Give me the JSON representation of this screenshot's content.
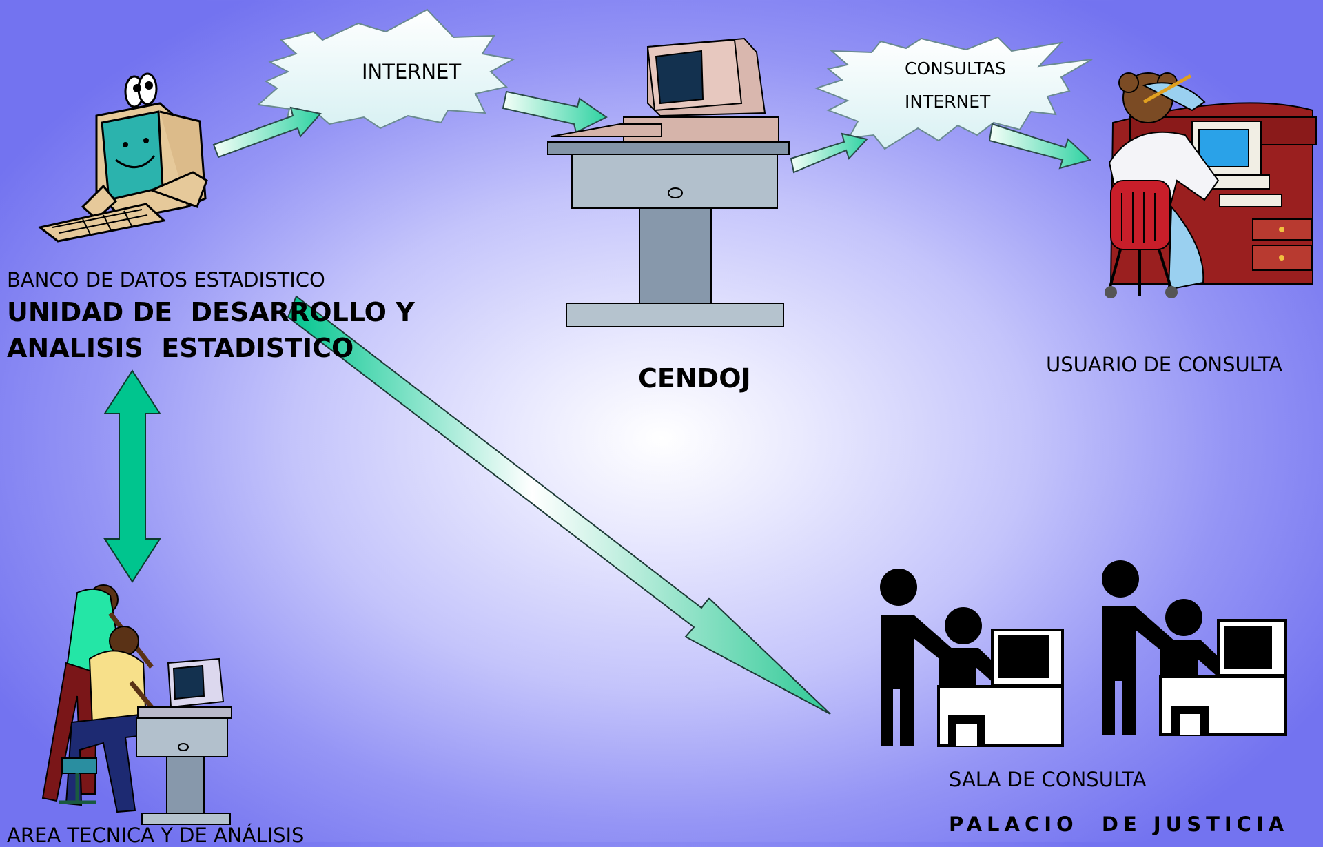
{
  "clouds": {
    "internet": "INTERNET",
    "consultas_line1": "CONSULTAS",
    "consultas_line2": "INTERNET"
  },
  "nodes": {
    "banco": {
      "subtitle": "BANCO DE DATOS ESTADISTICO",
      "title_line1": "UNIDAD DE  DESARROLLO Y",
      "title_line2": "ANALISIS  ESTADISTICO"
    },
    "cendoj": {
      "title": "CENDOJ"
    },
    "usuario": {
      "title": "USUARIO DE CONSULTA"
    },
    "area": {
      "title": "AREA TECNICA Y DE ANÁLISIS"
    },
    "sala": {
      "subtitle": "SALA DE CONSULTA",
      "title": "PALACIO  DE JUSTICIA"
    }
  },
  "icons": [
    "cartoon-computer-icon",
    "server-workstation-icon",
    "bear-at-desk-icon",
    "two-people-at-computer-icon",
    "people-at-terminals-icon",
    "starburst-cloud-icon",
    "flow-arrow-icon",
    "double-arrow-icon"
  ],
  "colors": {
    "background_center": "#ffffff",
    "background_edge": "#7373f0",
    "arrow_green": "#00c58e",
    "arrow_fade": "#f4fff8",
    "cloud_fill": "#ecf9fa"
  }
}
